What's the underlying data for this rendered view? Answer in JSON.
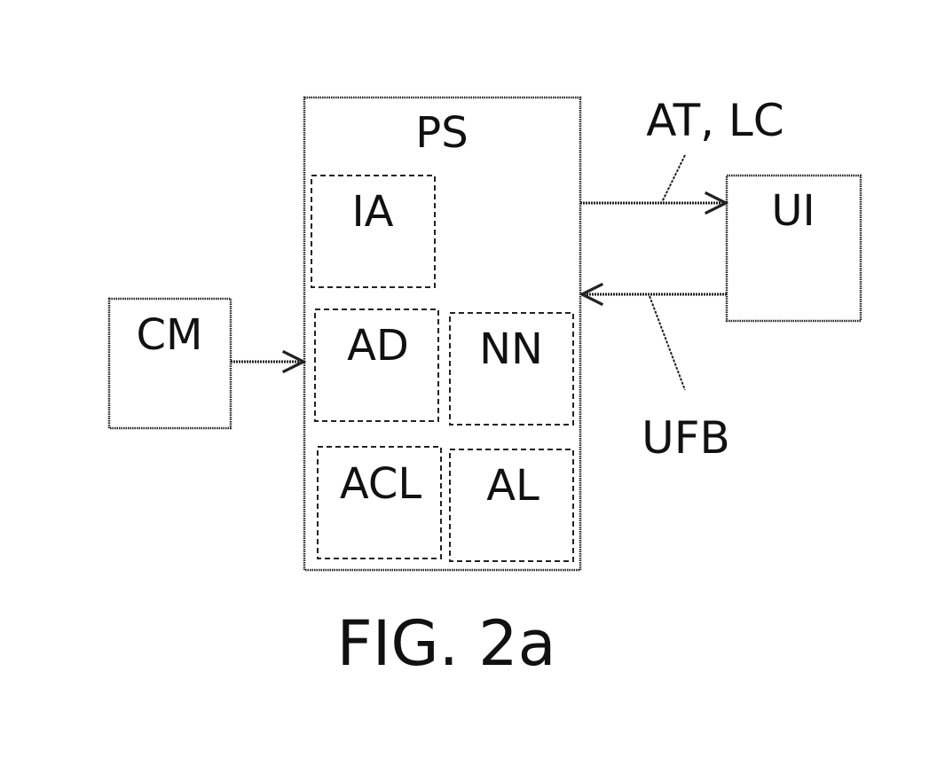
{
  "labels": {
    "ps": "PS",
    "ia": "IA",
    "cm": "CM",
    "ad": "AD",
    "nn": "NN",
    "acl": "ACL",
    "al": "AL",
    "ui": "UI",
    "at_lc": "AT, LC",
    "ufb": "UFB"
  },
  "caption": "FIG. 2a",
  "colors": {
    "line": "#222222",
    "text": "#111111",
    "background": "#ffffff"
  }
}
